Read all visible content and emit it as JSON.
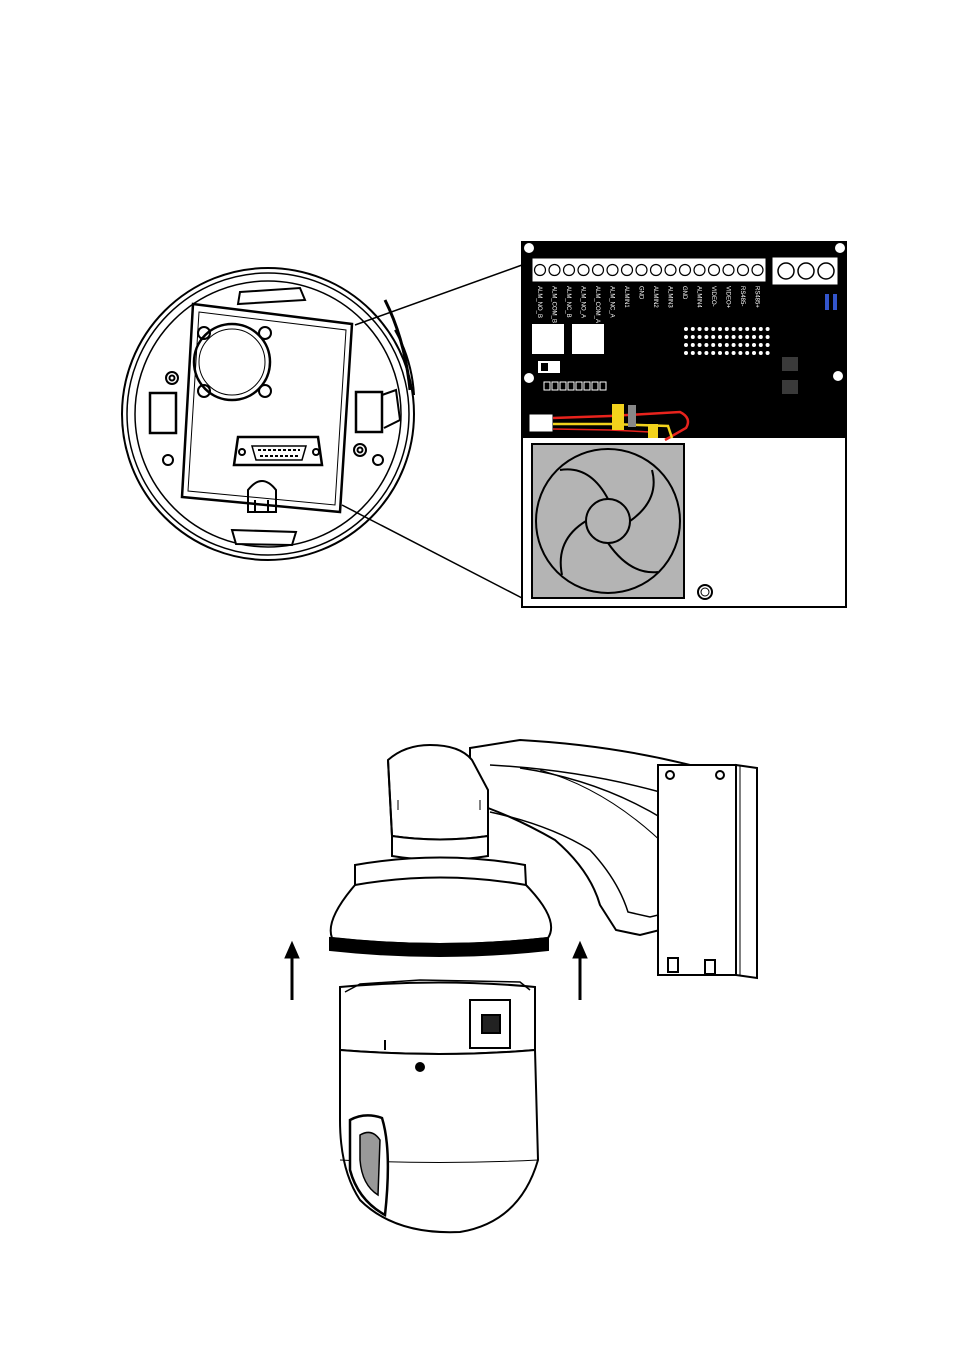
{
  "figure": {
    "terminal_labels": [
      "ALM_NO_B",
      "ALM_COM_B",
      "ALM_NC_B",
      "ALM_NO_A",
      "ALM_COM_A",
      "ALM_NC_A",
      "ALMIN1",
      "GND",
      "ALMIN2",
      "ALMIN3",
      "GND",
      "ALMIN4",
      "VIDEO-",
      "VIDEO+",
      "RS485-",
      "RS485+"
    ],
    "colors": {
      "line": "#000000",
      "board": "#000000",
      "panel": "#ffffff",
      "fan_fill": "#b4b4b4",
      "wire_red": "#e8231d",
      "wire_yellow": "#f2d21c",
      "connector_blue": "#3355cc",
      "lift_arrow": "#000000"
    },
    "icons": [
      "pcb-board-detail",
      "fan-icon",
      "speed-dome-camera",
      "wall-mount-bracket",
      "up-arrow-icon"
    ]
  }
}
